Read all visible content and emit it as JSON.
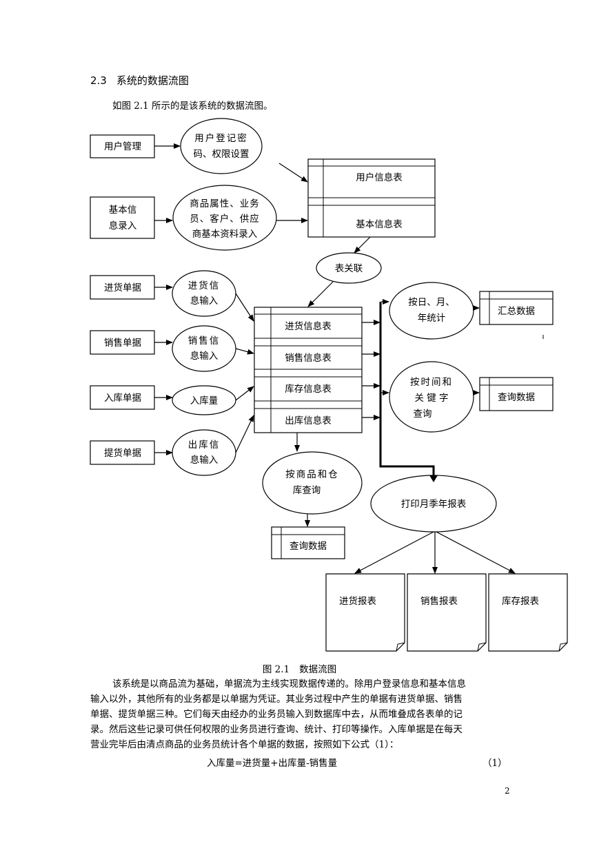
{
  "section": {
    "number": "2.3",
    "title": "系统的数据流图"
  },
  "intro": "如图 2.1 所示的是该系统的数据流图。",
  "diagram": {
    "sources": {
      "user_mgmt": "用户管理",
      "basic_info_l1": "基本信",
      "basic_info_l2": "息录入",
      "purchase_doc": "进货单据",
      "sales_doc": "销售单据",
      "stockin_doc": "入库单据",
      "pickup_doc": "提货单据"
    },
    "processes": {
      "login_l1": "用户登记密",
      "login_l2": "码、权限设置",
      "attr_l1": "商品属性、业务",
      "attr_l2": "员、客户、供应",
      "attr_l3": "商基本资料录入",
      "assoc": "表关联",
      "pur_in_l1": "进货信",
      "pur_in_l2": "息输入",
      "sale_in_l1": "销售信",
      "sale_in_l2": "息输入",
      "stockin_qty": "入库量",
      "out_in_l1": "出库信",
      "out_in_l2": "息输入",
      "by_date_l1": "按日、月、",
      "by_date_l2": "年统计",
      "by_key_l1": "按时间和",
      "by_key_l2": "关 键 字",
      "by_key_l3": "查询",
      "by_goods_l1": "按商品和仓",
      "by_goods_l2": "库查询",
      "print": "打印月季年报表"
    },
    "stores": {
      "user_table": "用户信息表",
      "basic_table": "基本信息表",
      "purchase_table": "进货信息表",
      "sales_table": "销售信息表",
      "stock_table": "库存信息表",
      "outbound_table": "出库信息表",
      "summary": "汇总数据",
      "query1": "查询数据",
      "query2": "查询数据"
    },
    "reports": {
      "purchase": "进货报表",
      "sales": "销售报表",
      "stock": "库存报表"
    }
  },
  "caption": {
    "label": "图 2.1",
    "title": "数据流图"
  },
  "paragraph": [
    "该系统是以商品流为基础，单据流为主线实现数据传递的。除用户登录信息和基本信息",
    "输入以外，其他所有的业务都是以单据为凭证。其业务过程中产生的单据有进货单据、销售",
    "单据、提货单据三种。它们每天由经办的业务员输入到数据库中去，从而堆叠成各表单的记",
    "录。然后这些记录可供任何权限的业务员进行查询、统计、打印等操作。入库单据是在每天",
    "营业完毕后由清点商品的业务员统计各个单据的数据，按照如下公式（1）："
  ],
  "formula": {
    "text": "入库量=进货量+出库量-销售量",
    "number": "（1）"
  },
  "page_number": "2"
}
